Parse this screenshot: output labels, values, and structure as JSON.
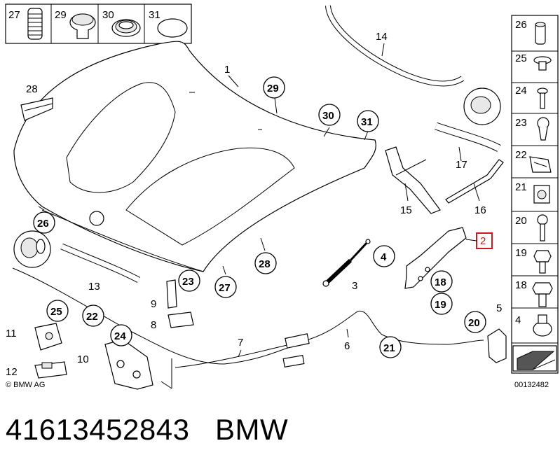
{
  "top_box_items": [
    "27",
    "29",
    "30",
    "31"
  ],
  "side_box_items": [
    "26",
    "25",
    "24",
    "23",
    "22",
    "21",
    "20",
    "19",
    "18",
    "4"
  ],
  "callouts": {
    "c1": "1",
    "c2": "2",
    "c3": "3",
    "c4": "4",
    "c5": "5",
    "c6": "6",
    "c7": "7",
    "c8": "8",
    "c9": "9",
    "c10": "10",
    "c11": "11",
    "c12": "12",
    "c13": "13",
    "c14": "14",
    "c15": "15",
    "c16": "16",
    "c17": "17",
    "c18": "18",
    "c19": "19",
    "c20": "20",
    "c21": "21",
    "c22": "22",
    "c23": "23",
    "c24": "24",
    "c25": "25",
    "c26": "26",
    "c27": "27",
    "c28": "28",
    "c29": "29",
    "c30": "30",
    "c31": "31"
  },
  "copyright": "© BMW AG",
  "diagram_code": "00132482",
  "footer": {
    "part_number": "41613452843",
    "brand": "BMW"
  },
  "colors": {
    "highlight": "#d0161e",
    "line": "#000000"
  }
}
